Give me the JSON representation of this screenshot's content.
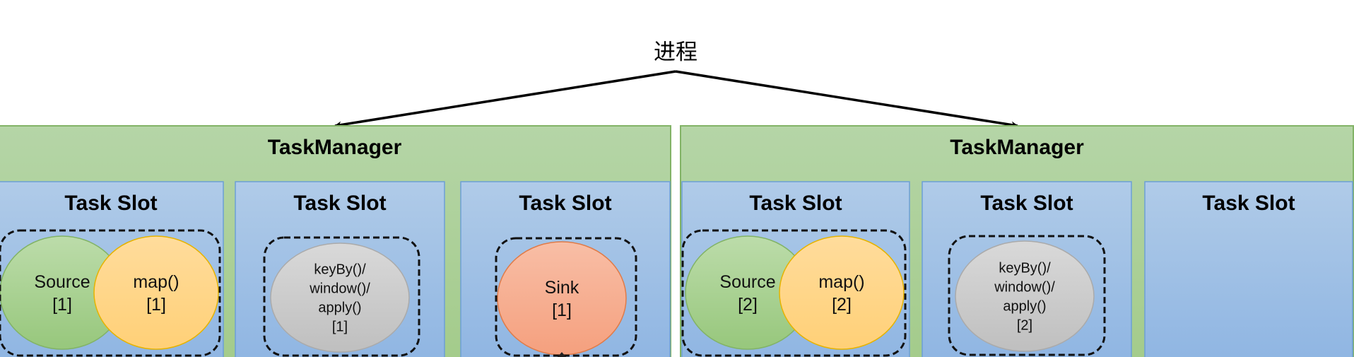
{
  "diagram": {
    "process_label": "进程",
    "colors": {
      "taskmanager_fill_top": "#b5d5a7",
      "taskmanager_fill_bottom": "#a3cb8a",
      "taskmanager_stroke": "#82b366",
      "slot_fill_top": "#b0cbe8",
      "slot_fill_bottom": "#8db4e2",
      "slot_stroke": "#6c9fd6",
      "source_fill": "#a7d08f",
      "source_stroke": "#82b366",
      "map_fill": "#ffd588",
      "map_stroke": "#e6b300",
      "keyby_fill": "#cccccc",
      "keyby_stroke": "#aaaaaa",
      "sink_fill": "#f6ab8d",
      "sink_stroke": "#e07b48"
    },
    "taskmanagers": [
      {
        "label": "TaskManager",
        "slots": [
          {
            "label": "Task Slot",
            "nodes": [
              {
                "kind": "source",
                "lines": [
                  "Source",
                  "[1]"
                ]
              },
              {
                "kind": "map",
                "lines": [
                  "map()",
                  "[1]"
                ]
              }
            ]
          },
          {
            "label": "Task Slot",
            "nodes": [
              {
                "kind": "keyby",
                "lines": [
                  "keyBy()/",
                  "window()/",
                  "apply()",
                  "[1]"
                ]
              }
            ]
          },
          {
            "label": "Task Slot",
            "nodes": [
              {
                "kind": "sink",
                "lines": [
                  "Sink",
                  "[1]"
                ]
              }
            ]
          }
        ]
      },
      {
        "label": "TaskManager",
        "slots": [
          {
            "label": "Task Slot",
            "nodes": [
              {
                "kind": "source",
                "lines": [
                  "Source",
                  "[2]"
                ]
              },
              {
                "kind": "map",
                "lines": [
                  "map()",
                  "[2]"
                ]
              }
            ]
          },
          {
            "label": "Task Slot",
            "nodes": [
              {
                "kind": "keyby",
                "lines": [
                  "keyBy()/",
                  "window()/",
                  "apply()",
                  "[2]"
                ]
              }
            ]
          },
          {
            "label": "Task Slot",
            "nodes": []
          }
        ]
      }
    ]
  }
}
